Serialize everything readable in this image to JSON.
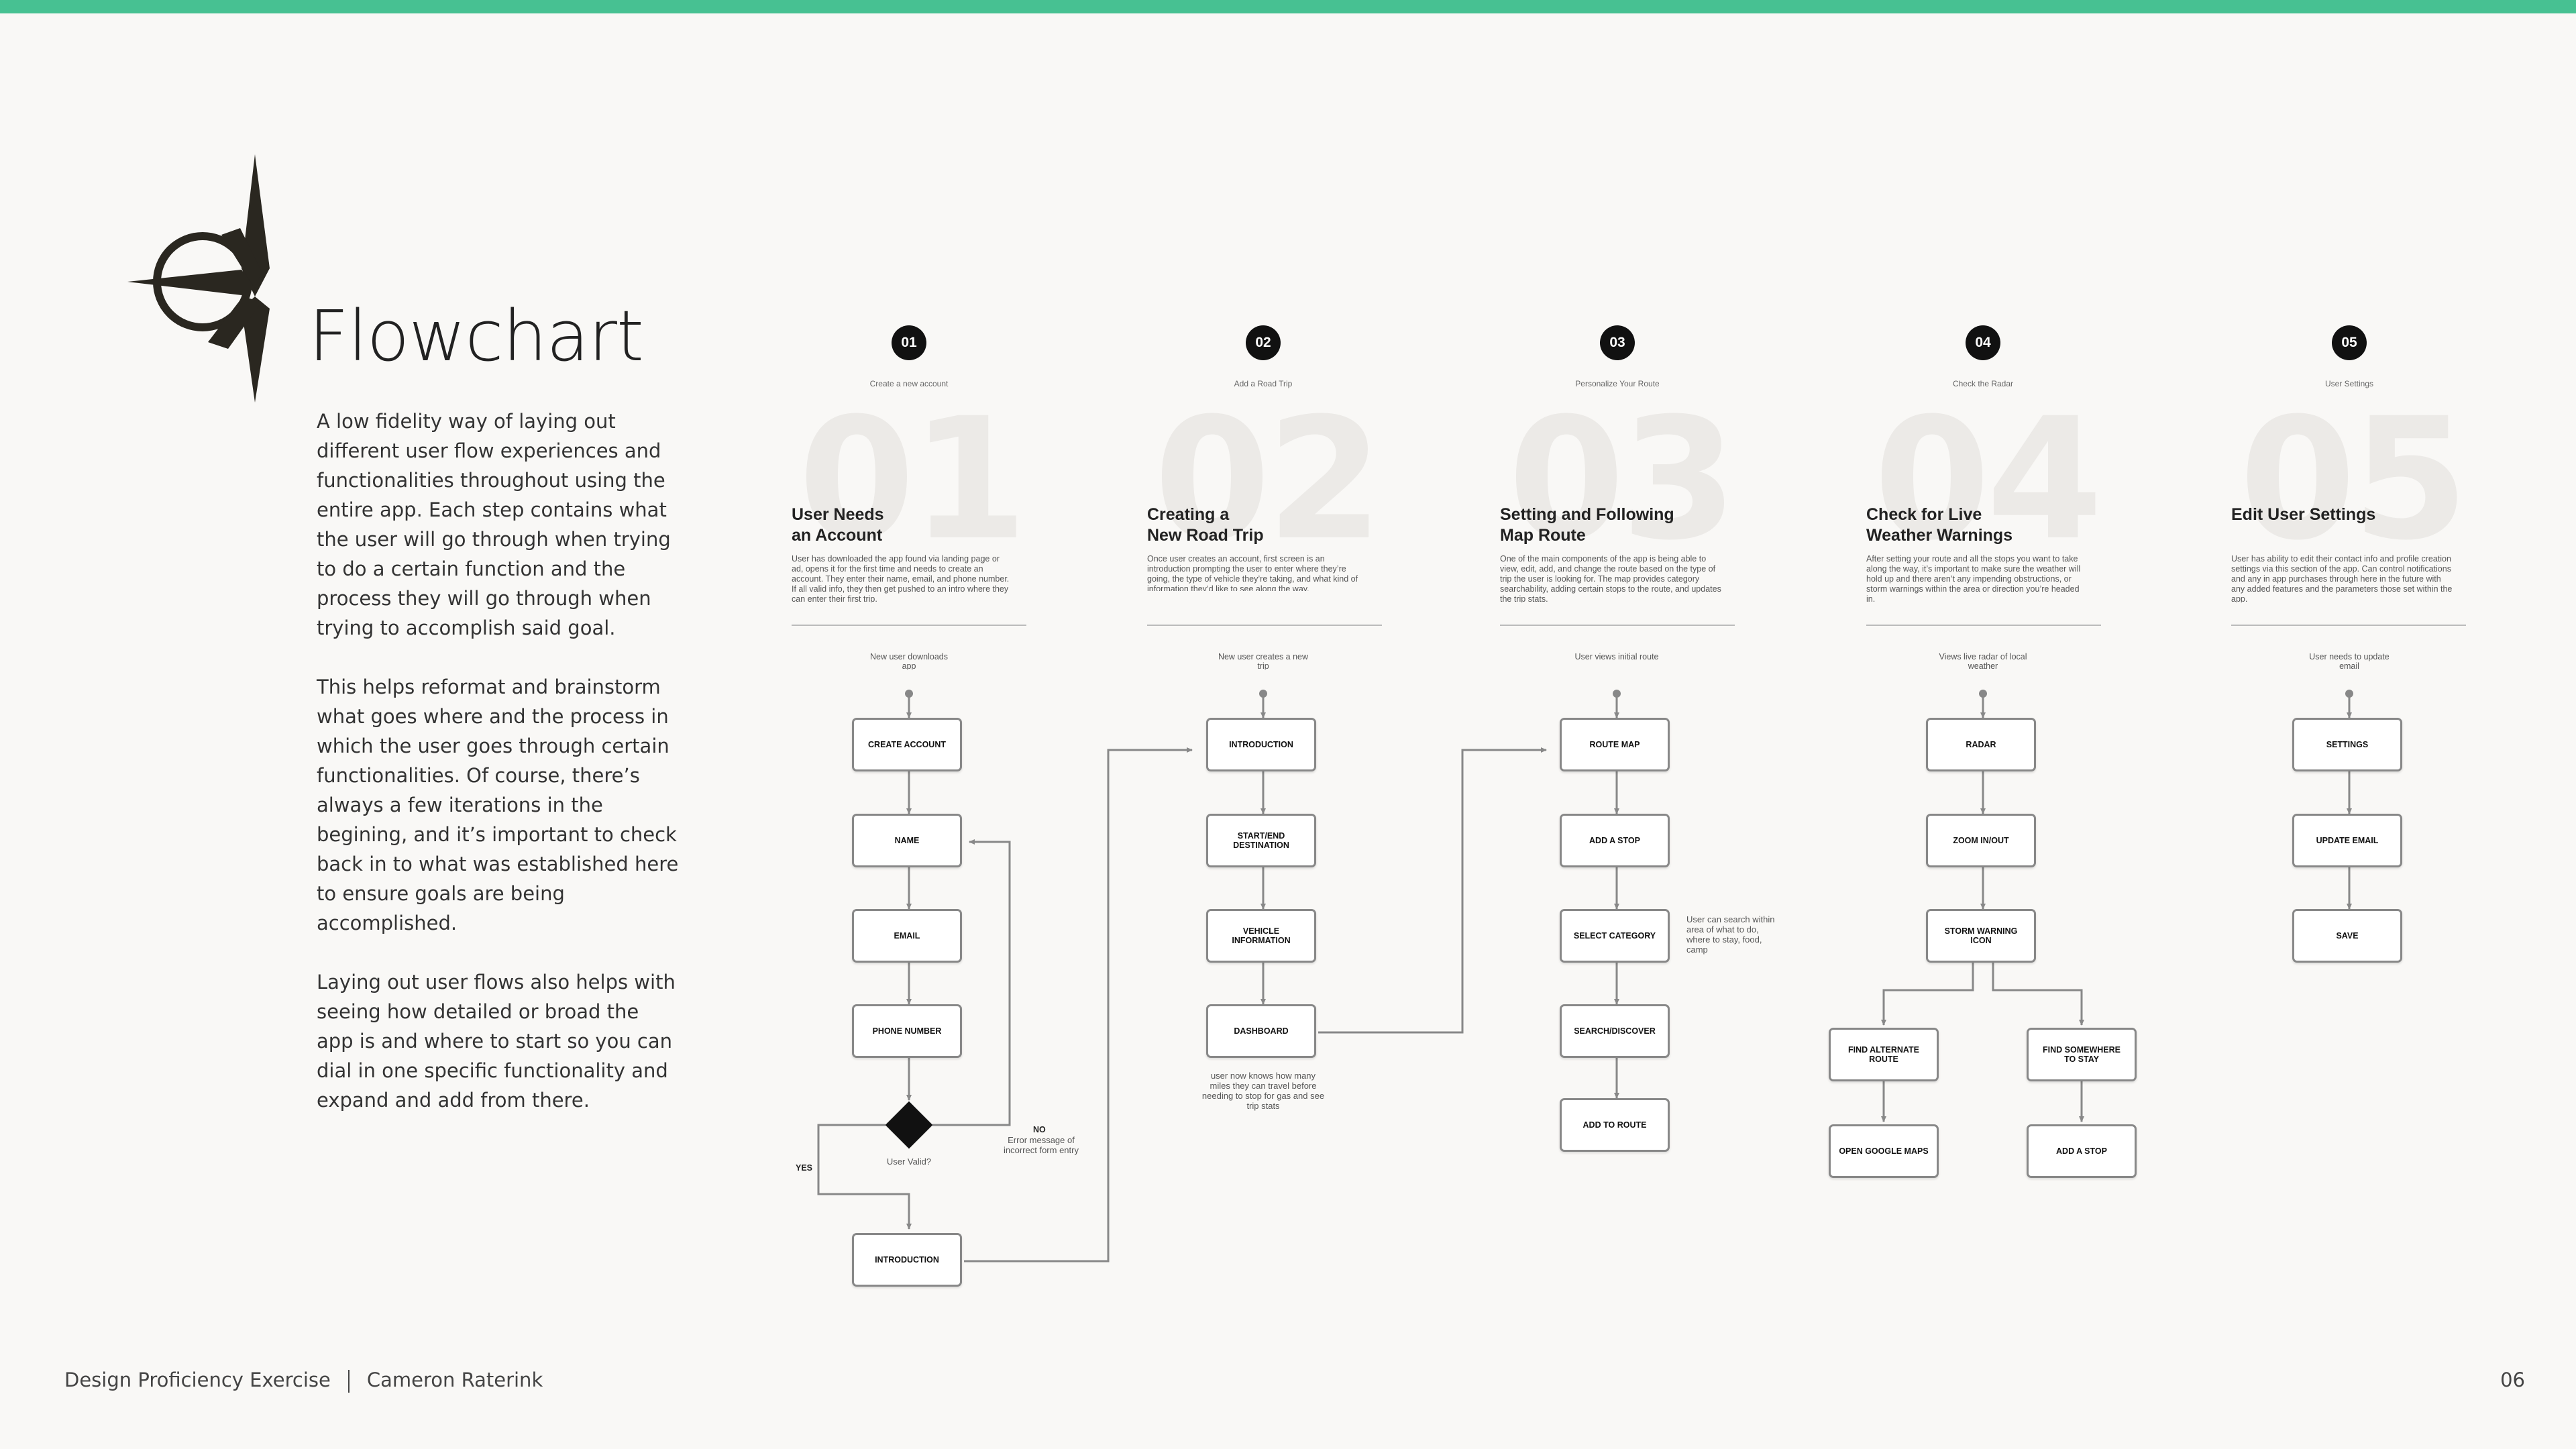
{
  "title": "Flowchart",
  "description": [
    "A low fidelity way of laying out different user flow experiences and functionalities throughout using the entire app. Each step contains what the user will go through when trying to do a certain function and the process they will go through when trying to accomplish said goal.",
    "This helps reformat and brainstorm what goes where and the process in which the user goes through certain functionalities. Of course, there’s always a few iterations in the begining, and it’s important to check back in to what was established here to ensure goals are being accomplished.",
    "Laying out user flows also helps with seeing how detailed or broad the app is and where to start so you can dial in one specific functionality and expand and add from there."
  ],
  "footer": {
    "left": "Design Proficiency Exercise",
    "right": "Cameron Raterink",
    "page": "06"
  },
  "steps": [
    {
      "num": "01",
      "big": "01",
      "subtitle": "Create a new account",
      "title_line1": "User Needs",
      "title_line2": "an Account",
      "text": "User has downloaded the app found via landing page or ad, opens it for the first time and needs to create an account. They enter their name, email, and phone number. If all valid info, they then get pushed to an intro where they can enter their first trip.",
      "entry": "New user downloads app"
    },
    {
      "num": "02",
      "big": "02",
      "subtitle": "Add a Road Trip",
      "title_line1": "Creating a",
      "title_line2": "New Road Trip",
      "text": "Once user creates an account, first screen is an introduction prompting the user to enter where they’re going, the type of vehicle they’re taking, and what kind of information they’d like to see along the way.",
      "entry": "New user creates a new trip"
    },
    {
      "num": "03",
      "big": "03",
      "subtitle": "Personalize Your Route",
      "title_line1": "Setting and Following",
      "title_line2": "Map Route",
      "text": "One of the main components of the app is being able to view, edit, add, and change the route based on the type of trip the user is looking for. The map provides category searchability, adding certain stops to the route, and updates the trip stats.",
      "entry": "User views initial route"
    },
    {
      "num": "04",
      "big": "04",
      "subtitle": "Check the Radar",
      "title_line1": "Check for Live",
      "title_line2": "Weather Warnings",
      "text": "After setting your route and all the stops you want to take along the way, it’s important to make sure the weather will hold up and there aren’t any impending obstructions, or storm warnings within the area or direction you’re headed in.",
      "entry": "Views live radar of local weather"
    },
    {
      "num": "05",
      "big": "05",
      "subtitle": "User Settings",
      "title_line1": "",
      "title_line2": "Edit User Settings",
      "text": "User has ability to edit their contact info and profile creation settings via this section of the app. Can control notifications and any in app purchases through here in the future with any added features and the parameters those set within the app.",
      "entry": "User needs to update email"
    }
  ],
  "nodes": {
    "create_account": "CREATE ACCOUNT",
    "name": "NAME",
    "email": "EMAIL",
    "phone_number": "PHONE NUMBER",
    "intro_1": "INTRODUCTION",
    "intro_2": "INTRODUCTION",
    "start_end": "START/END DESTINATION",
    "vehicle_info": "VEHICLE INFORMATION",
    "dashboard": "DASHBOARD",
    "route_map": "ROUTE MAP",
    "add_stop": "ADD A STOP",
    "select_category": "SELECT CATEGORY",
    "search_discover": "SEARCH/DISCOVER",
    "add_to_route": "ADD TO ROUTE",
    "radar": "RADAR",
    "zoom": "ZOOM IN/OUT",
    "storm_warning": "STORM WARNING ICON",
    "find_alt_route": "FIND ALTERNATE ROUTE",
    "find_stay": "FIND SOMEWHERE TO STAY",
    "open_maps": "OPEN GOOGLE MAPS",
    "add_stop_2": "ADD A STOP",
    "settings": "SETTINGS",
    "update_email": "UPDATE EMAIL",
    "save": "SAVE"
  },
  "notes": {
    "user_valid": "User Valid?",
    "no": "NO",
    "error": "Error message of incorrect form entry",
    "yes": "YES",
    "dashboard_note": "user now knows how many miles they can travel before needing to stop for gas and see trip stats",
    "category_note": "User can search within area of what to do, where to stay, food, camp"
  },
  "colors": {
    "accent": "#47c192",
    "box_border": "#888888",
    "text": "#222222"
  },
  "icons": {
    "logo": "compass-star-icon"
  }
}
